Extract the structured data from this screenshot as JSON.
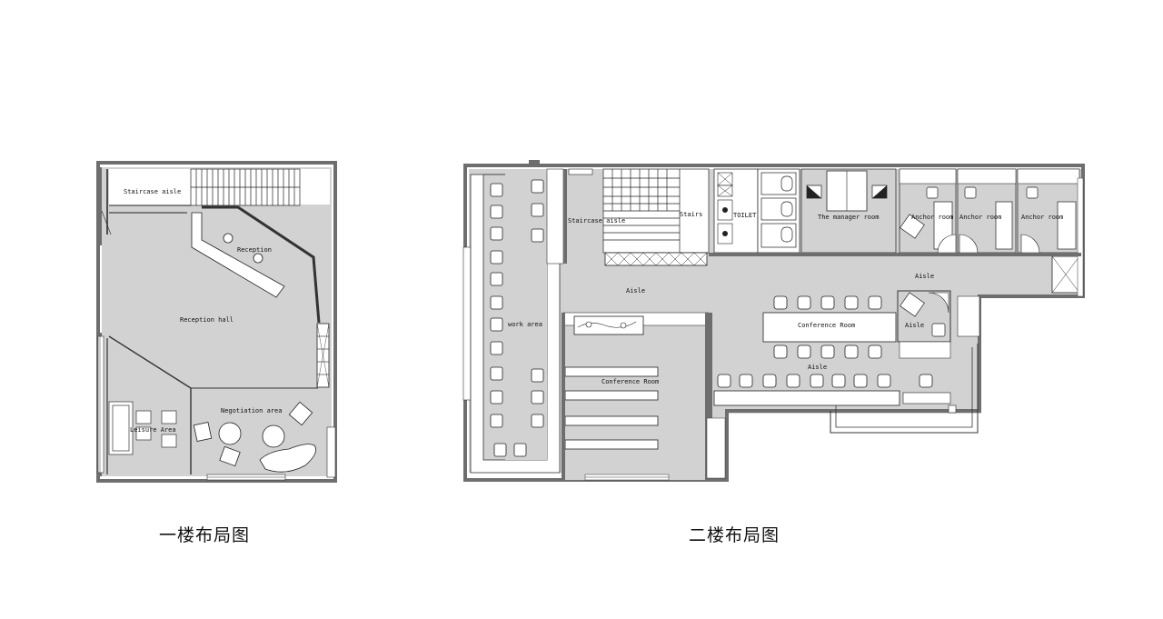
{
  "floor1": {
    "caption": "一楼布局图",
    "rooms": {
      "staircase_aisle": "Staircase aisle",
      "reception": "Reception",
      "reception_hall": "Reception hall",
      "leisure_area": "Leisure Area",
      "negotiation_area": "Negotiation area"
    }
  },
  "floor2": {
    "caption": "二楼布局图",
    "rooms": {
      "work_area": "work area",
      "staircase_aisle": "Staircase aisle",
      "stairs": "Stairs",
      "toilet": "TOILET",
      "manager_room": "The manager room",
      "anchor_room_1": "Anchor room",
      "anchor_room_2": "Anchor room",
      "anchor_room_3": "Anchor room",
      "aisle_upper": "Aisle",
      "aisle_main": "Aisle",
      "aisle_right": "Aisle",
      "aisle_lower": "Aisle",
      "conference_room_large": "Conference Room",
      "conference_room_small": "Conference Room"
    }
  },
  "colors": {
    "wall": "#7a7a7a",
    "wall_dark": "#4a4a4a",
    "floor": "#d2d2d2",
    "line": "#222222",
    "furniture": "#ffffff"
  }
}
